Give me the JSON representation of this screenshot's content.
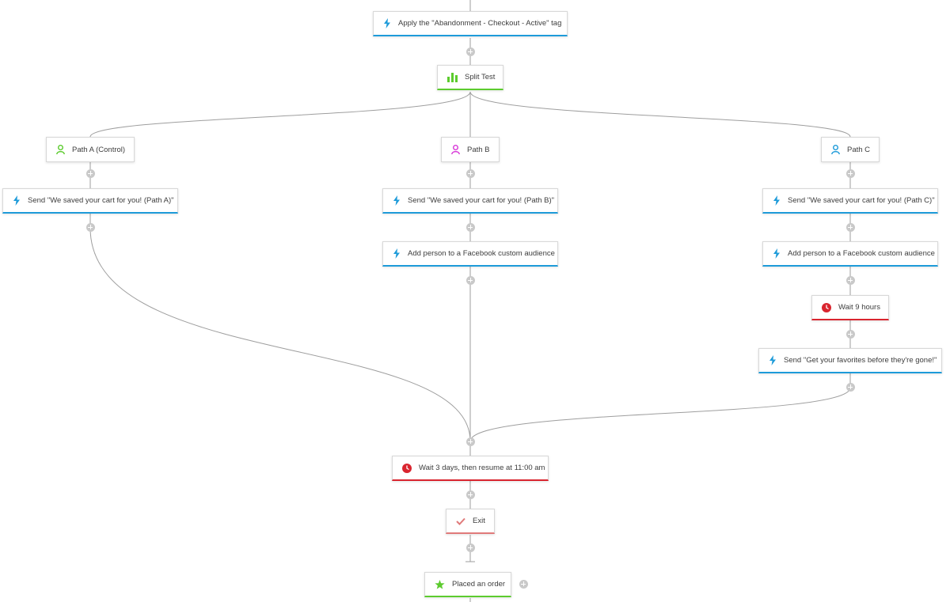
{
  "colors": {
    "action_accent": "#1e9bd9",
    "wait_accent": "#d9252f",
    "split_accent": "#5ccb2e",
    "path_a_icon": "#5ccb2e",
    "path_b_icon": "#d838d8",
    "path_c_icon": "#1e9bd9",
    "exit_accent": "#e07a7a",
    "connector": "#9e9e9e"
  },
  "workflow": {
    "apply_tag": {
      "label": "Apply the \"Abandonment - Checkout - Active\" tag",
      "icon": "lightning-icon"
    },
    "split_test": {
      "label": "Split Test",
      "icon": "bar-chart-icon"
    },
    "paths": [
      {
        "label": "Path A (Control)",
        "icon": "person-icon",
        "steps": [
          {
            "label": "Send \"We saved your cart for you! (Path A)\"",
            "icon": "lightning-icon"
          }
        ]
      },
      {
        "label": "Path B",
        "icon": "person-icon",
        "steps": [
          {
            "label": "Send \"We saved your cart for you! (Path B)\"",
            "icon": "lightning-icon"
          },
          {
            "label": "Add person to a Facebook custom audience",
            "icon": "lightning-icon"
          }
        ]
      },
      {
        "label": "Path C",
        "icon": "person-icon",
        "steps": [
          {
            "label": "Send \"We saved your cart for you! (Path C)\"",
            "icon": "lightning-icon"
          },
          {
            "label": "Add person to a Facebook custom audience",
            "icon": "lightning-icon"
          },
          {
            "label": "Wait 9 hours",
            "icon": "clock-icon"
          },
          {
            "label": "Send \"Get your favorites before they're gone!\"",
            "icon": "lightning-icon"
          }
        ]
      }
    ],
    "wait_resume": {
      "label": "Wait 3 days, then resume at 11:00 am",
      "icon": "clock-icon"
    },
    "exit": {
      "label": "Exit",
      "icon": "check-icon"
    },
    "goal": {
      "label": "Placed an order",
      "icon": "star-icon"
    }
  }
}
